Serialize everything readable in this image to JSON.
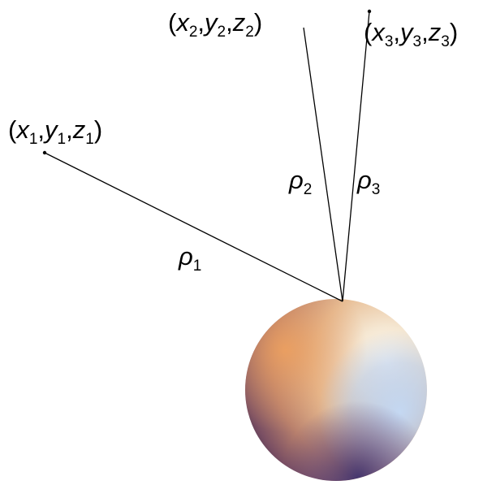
{
  "points": [
    {
      "label": "(x1,y1,z1)",
      "x": "x",
      "y": "y",
      "z": "z",
      "sub": "1"
    },
    {
      "label": "(x2,y2,z2)",
      "x": "x",
      "y": "y",
      "z": "z",
      "sub": "2"
    },
    {
      "label": "(x3,y3,z3)",
      "x": "x",
      "y": "y",
      "z": "z",
      "sub": "3"
    }
  ],
  "distances": [
    {
      "symbol": "ρ",
      "sub": "1"
    },
    {
      "symbol": "ρ",
      "sub": "2"
    },
    {
      "symbol": "ρ",
      "sub": "3"
    }
  ],
  "colors": {
    "line": "#000000",
    "sphere_highlight": "#fbf6ea",
    "sphere_warm": "#e2a36f",
    "sphere_cool": "#aecbf2",
    "sphere_shadow": "#3c2a5c"
  }
}
